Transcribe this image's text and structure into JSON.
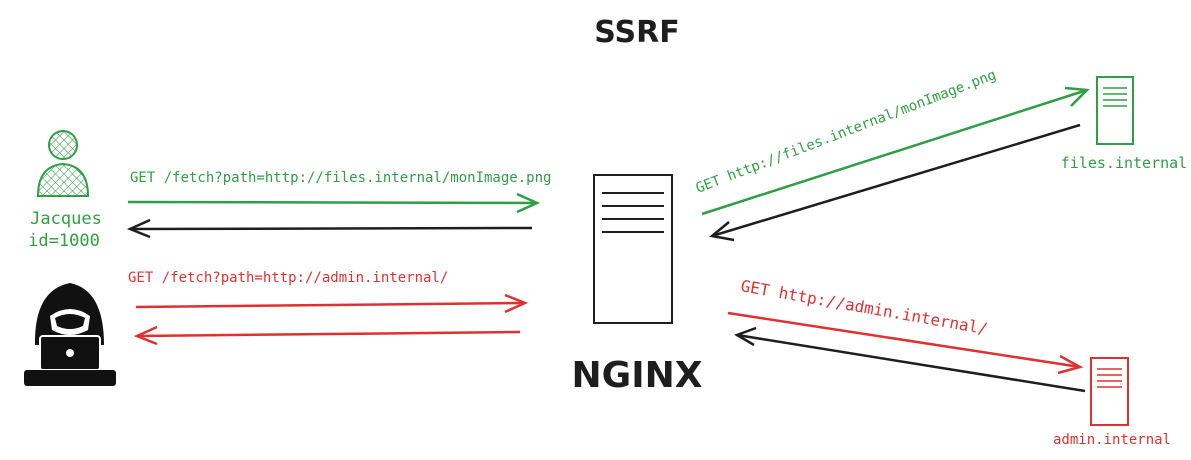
{
  "title": "SSRF",
  "server_label": "NGINX",
  "legit_user": {
    "name": "Jacques",
    "id": "id=1000",
    "request": "GET /fetch?path=http://files.internal/monImage.png"
  },
  "attacker": {
    "request": "GET /fetch?path=http://admin.internal/"
  },
  "internal_requests": {
    "files": "GET http://files.internal/monImage.png",
    "admin": "GET http://admin.internal/"
  },
  "hosts": {
    "files": "files.internal",
    "admin": "admin.internal"
  },
  "colors": {
    "legit": "#2f9e44",
    "attack": "#e03131",
    "response": "#1e1e1e"
  },
  "icons": {
    "legit_user": "user-icon",
    "attacker": "hacker-icon",
    "server": "server-icon",
    "files_host": "server-icon",
    "admin_host": "server-icon"
  }
}
